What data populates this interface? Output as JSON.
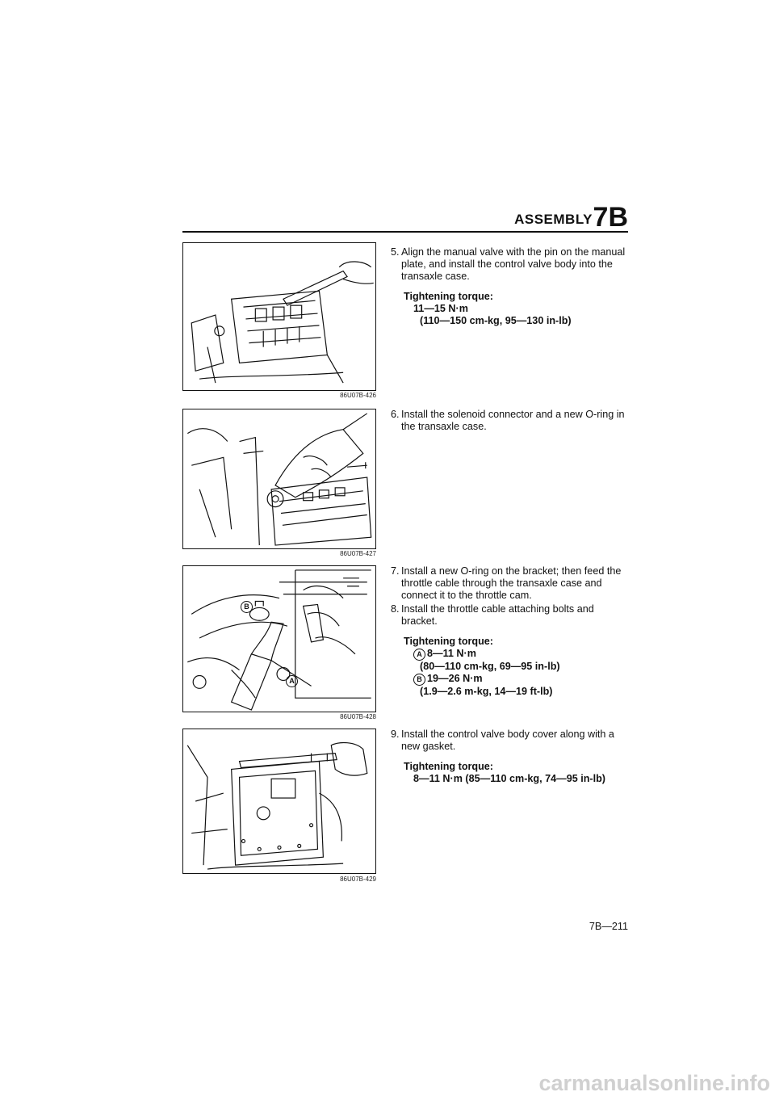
{
  "header": {
    "title": "ASSEMBLY",
    "section": "7B"
  },
  "figures": [
    {
      "code": "86U07B-426"
    },
    {
      "code": "86U07B-427"
    },
    {
      "code": "86U07B-428",
      "callouts": [
        "B",
        "A"
      ]
    },
    {
      "code": "86U07B-429"
    }
  ],
  "steps": [
    {
      "paragraphs": [
        {
          "num": "5.",
          "text": "Align the manual valve with the pin on the manual plate, and install the control valve body into the transaxle case."
        }
      ],
      "torque": {
        "label": "Tightening torque:",
        "line1": "11—15 N·m",
        "line2": "(110—150 cm-kg, 95—130 in-lb)"
      }
    },
    {
      "paragraphs": [
        {
          "num": "6.",
          "text": "Install the solenoid connector and a new O-ring in the transaxle case."
        }
      ]
    },
    {
      "paragraphs": [
        {
          "num": "7.",
          "text": "Install a new O-ring on the bracket; then feed the throttle cable through the transaxle case and connect it to the throttle cam."
        },
        {
          "num": "8.",
          "text": "Install the throttle cable attaching bolts and bracket."
        }
      ],
      "torque": {
        "label": "Tightening torque:",
        "a_mark": "A",
        "a_value": "8—11 N·m",
        "a_conv": "(80—110 cm-kg, 69—95 in-lb)",
        "b_mark": "B",
        "b_value": "19—26 N·m",
        "b_conv": "(1.9—2.6 m-kg, 14—19 ft-lb)"
      }
    },
    {
      "paragraphs": [
        {
          "num": "9.",
          "text": "Install the control valve body cover along with a new gasket."
        }
      ],
      "torque": {
        "label": "Tightening torque:",
        "line1": "8—11 N·m (85—110 cm-kg, 74—95 in-lb)"
      }
    }
  ],
  "page_number": "7B—211",
  "watermark": "carmanualsonline.info"
}
